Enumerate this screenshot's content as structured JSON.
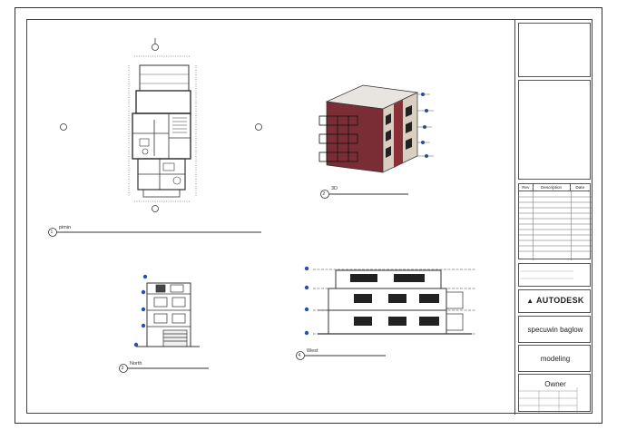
{
  "views": {
    "plan": {
      "number": "1",
      "name": "pimin"
    },
    "three_d": {
      "number": "2",
      "name": "3D"
    },
    "north": {
      "number": "3",
      "name": "North"
    },
    "west": {
      "number": "4",
      "name": "West"
    }
  },
  "title_block": {
    "revision_headers": [
      "Rev",
      "Description",
      "Date"
    ],
    "company": "AUTODESK",
    "project_name": "specuwin baglow",
    "sheet_name": "modeling",
    "owner": "Owner"
  },
  "colors": {
    "accent": "#7a2d34",
    "line": "#333333"
  }
}
